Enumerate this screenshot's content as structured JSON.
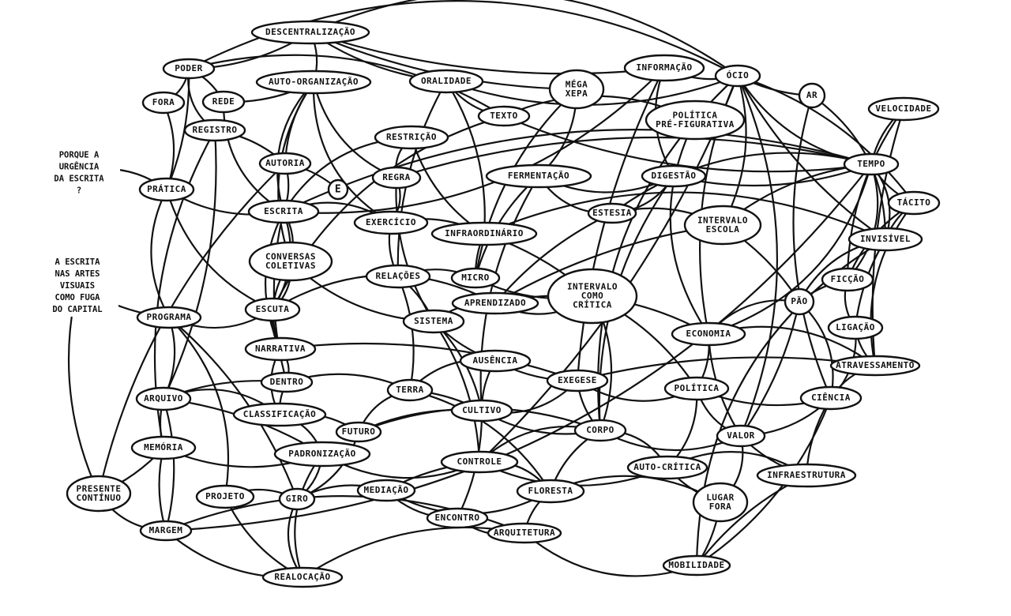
{
  "diagram": {
    "nodes": [
      {
        "id": "descentralizacao",
        "lines": [
          "DESCENTRALIZAÇÃO"
        ]
      },
      {
        "id": "poder",
        "lines": [
          "PODER"
        ]
      },
      {
        "id": "auto-organizacao",
        "lines": [
          "AUTO-ORGANIZAÇÃO"
        ]
      },
      {
        "id": "oralidade",
        "lines": [
          "ORALIDADE"
        ]
      },
      {
        "id": "mega-xepa",
        "lines": [
          "MÉGA",
          "XEPA"
        ]
      },
      {
        "id": "informacao",
        "lines": [
          "INFORMAÇÃO"
        ]
      },
      {
        "id": "ocio",
        "lines": [
          "ÓCIO"
        ]
      },
      {
        "id": "ar",
        "lines": [
          "AR"
        ]
      },
      {
        "id": "velocidade",
        "lines": [
          "VELOCIDADE"
        ]
      },
      {
        "id": "fora",
        "lines": [
          "FORA"
        ]
      },
      {
        "id": "rede",
        "lines": [
          "REDE"
        ]
      },
      {
        "id": "texto",
        "lines": [
          "TEXTO"
        ]
      },
      {
        "id": "politica-pre-figurativa",
        "lines": [
          "POLÍTICA",
          "PRÉ-FIGURATIVA"
        ]
      },
      {
        "id": "registro",
        "lines": [
          "REGISTRO"
        ]
      },
      {
        "id": "restricao",
        "lines": [
          "RESTRIÇÃO"
        ]
      },
      {
        "id": "autoria",
        "lines": [
          "AUTORIA"
        ]
      },
      {
        "id": "regra",
        "lines": [
          "REGRA"
        ]
      },
      {
        "id": "fermentacao",
        "lines": [
          "FERMENTAÇÃO"
        ]
      },
      {
        "id": "digestao",
        "lines": [
          "DIGESTÃO"
        ]
      },
      {
        "id": "tempo",
        "lines": [
          "TEMPO"
        ]
      },
      {
        "id": "pratica",
        "lines": [
          "PRÁTICA"
        ]
      },
      {
        "id": "e",
        "lines": [
          "E"
        ]
      },
      {
        "id": "tacito",
        "lines": [
          "TÁCITO"
        ]
      },
      {
        "id": "escrita",
        "lines": [
          "ESCRITA"
        ]
      },
      {
        "id": "exercicio",
        "lines": [
          "EXERCÍCIO"
        ]
      },
      {
        "id": "infraordinario",
        "lines": [
          "INFRAORDINÁRIO"
        ]
      },
      {
        "id": "estesia",
        "lines": [
          "ESTESIA"
        ]
      },
      {
        "id": "intervalo-escola",
        "lines": [
          "INTERVALO",
          "ESCOLA"
        ]
      },
      {
        "id": "invisivel",
        "lines": [
          "INVISÍVEL"
        ]
      },
      {
        "id": "conversas-coletivas",
        "lines": [
          "CONVERSAS",
          "COLETIVAS"
        ]
      },
      {
        "id": "relacoes",
        "lines": [
          "RELAÇÕES"
        ]
      },
      {
        "id": "micro",
        "lines": [
          "MICRO"
        ]
      },
      {
        "id": "intervalo-como-critica",
        "lines": [
          "INTERVALO",
          "COMO",
          "CRÍTICA"
        ]
      },
      {
        "id": "ficcao",
        "lines": [
          "FICÇÃO"
        ]
      },
      {
        "id": "escuta",
        "lines": [
          "ESCUTA"
        ]
      },
      {
        "id": "aprendizado",
        "lines": [
          "APRENDIZADO"
        ]
      },
      {
        "id": "pao",
        "lines": [
          "PÃO"
        ]
      },
      {
        "id": "programa",
        "lines": [
          "PROGRAMA"
        ]
      },
      {
        "id": "sistema",
        "lines": [
          "SISTEMA"
        ]
      },
      {
        "id": "economia",
        "lines": [
          "ECONOMIA"
        ]
      },
      {
        "id": "ligacao",
        "lines": [
          "LIGAÇÃO"
        ]
      },
      {
        "id": "narrativa",
        "lines": [
          "NARRATIVA"
        ]
      },
      {
        "id": "ausencia",
        "lines": [
          "AUSÊNCIA"
        ]
      },
      {
        "id": "atravessamento",
        "lines": [
          "ATRAVESSAMENTO"
        ]
      },
      {
        "id": "dentro",
        "lines": [
          "DENTRO"
        ]
      },
      {
        "id": "terra",
        "lines": [
          "TERRA"
        ]
      },
      {
        "id": "exegese",
        "lines": [
          "EXEGESE"
        ]
      },
      {
        "id": "politica",
        "lines": [
          "POLÍTICA"
        ]
      },
      {
        "id": "arquivo",
        "lines": [
          "ARQUIVO"
        ]
      },
      {
        "id": "ciencia",
        "lines": [
          "CIÊNCIA"
        ]
      },
      {
        "id": "classificacao",
        "lines": [
          "CLASSIFICAÇÃO"
        ]
      },
      {
        "id": "cultivo",
        "lines": [
          "CULTIVO"
        ]
      },
      {
        "id": "futuro",
        "lines": [
          "FUTURO"
        ]
      },
      {
        "id": "corpo",
        "lines": [
          "CORPO"
        ]
      },
      {
        "id": "valor",
        "lines": [
          "VALOR"
        ]
      },
      {
        "id": "memoria",
        "lines": [
          "MEMÓRIA"
        ]
      },
      {
        "id": "padronizacao",
        "lines": [
          "PADRONIZAÇÃO"
        ]
      },
      {
        "id": "controle",
        "lines": [
          "CONTROLE"
        ]
      },
      {
        "id": "auto-critica",
        "lines": [
          "AUTO-CRÍTICA"
        ]
      },
      {
        "id": "infraestrutura",
        "lines": [
          "INFRAESTRUTURA"
        ]
      },
      {
        "id": "presente-continuo",
        "lines": [
          "PRESENTE",
          "CONTÍNUO"
        ]
      },
      {
        "id": "projeto",
        "lines": [
          "PROJETO"
        ]
      },
      {
        "id": "giro",
        "lines": [
          "GIRO"
        ]
      },
      {
        "id": "mediacao",
        "lines": [
          "MEDIAÇÃO"
        ]
      },
      {
        "id": "floresta",
        "lines": [
          "FLORESTA"
        ]
      },
      {
        "id": "lugar-fora",
        "lines": [
          "LUGAR",
          "FORA"
        ]
      },
      {
        "id": "encontro",
        "lines": [
          "ENCONTRO"
        ]
      },
      {
        "id": "margem",
        "lines": [
          "MARGEM"
        ]
      },
      {
        "id": "arquitetura",
        "lines": [
          "ARQUITETURA"
        ]
      },
      {
        "id": "mobilidade",
        "lines": [
          "MOBILIDADE"
        ]
      },
      {
        "id": "realocacao",
        "lines": [
          "REALOCAÇÃO"
        ]
      }
    ],
    "free_texts": [
      {
        "id": "porque-a-urgencia",
        "lines": [
          "PORQUE A",
          "URGÊNCIA",
          "DA ESCRITA",
          "?"
        ]
      },
      {
        "id": "a-escrita-nas-artes",
        "lines": [
          "A ESCRITA",
          "NAS ARTES",
          "VISUAIS",
          "COMO FUGA",
          "DO CAPITAL"
        ]
      }
    ],
    "edges": [
      [
        "descentralizacao",
        "poder"
      ],
      [
        "descentralizacao",
        "auto-organizacao"
      ],
      [
        "descentralizacao",
        "oralidade"
      ],
      [
        "descentralizacao",
        "mega-xepa"
      ],
      [
        "descentralizacao",
        "informacao"
      ],
      [
        "descentralizacao",
        "ocio"
      ],
      [
        "poder",
        "fora"
      ],
      [
        "poder",
        "rede"
      ],
      [
        "poder",
        "registro"
      ],
      [
        "poder",
        "texto"
      ],
      [
        "poder",
        "pratica"
      ],
      [
        "poder",
        "ocio"
      ],
      [
        "auto-organizacao",
        "autoria"
      ],
      [
        "auto-organizacao",
        "escrita"
      ],
      [
        "auto-organizacao",
        "regra"
      ],
      [
        "auto-organizacao",
        "exercicio"
      ],
      [
        "auto-organizacao",
        "rede"
      ],
      [
        "auto-organizacao",
        "conversas-coletivas"
      ],
      [
        "oralidade",
        "texto"
      ],
      [
        "oralidade",
        "infraordinario"
      ],
      [
        "oralidade",
        "relacoes"
      ],
      [
        "oralidade",
        "ocio"
      ],
      [
        "mega-xepa",
        "fermentacao"
      ],
      [
        "mega-xepa",
        "micro"
      ],
      [
        "informacao",
        "ocio"
      ],
      [
        "informacao",
        "digestao"
      ],
      [
        "informacao",
        "exegese"
      ],
      [
        "informacao",
        "escrita"
      ],
      [
        "ocio",
        "tempo"
      ],
      [
        "ocio",
        "invisivel"
      ],
      [
        "ocio",
        "intervalo-escola"
      ],
      [
        "ocio",
        "valor"
      ],
      [
        "ocio",
        "corpo"
      ],
      [
        "ocio",
        "controle"
      ],
      [
        "ocio",
        "ar"
      ],
      [
        "ocio",
        "tacito"
      ],
      [
        "ocio",
        "economia"
      ],
      [
        "ar",
        "invisivel"
      ],
      [
        "ar",
        "ciencia"
      ],
      [
        "velocidade",
        "tempo"
      ],
      [
        "velocidade",
        "atravessamento"
      ],
      [
        "velocidade",
        "ficcao"
      ],
      [
        "fora",
        "pratica"
      ],
      [
        "rede",
        "escrita"
      ],
      [
        "texto",
        "tempo"
      ],
      [
        "texto",
        "politica-pre-figurativa"
      ],
      [
        "texto",
        "escuta"
      ],
      [
        "politica-pre-figurativa",
        "economia"
      ],
      [
        "registro",
        "arquivo"
      ],
      [
        "registro",
        "memoria"
      ],
      [
        "registro",
        "autoria"
      ],
      [
        "restricao",
        "regra"
      ],
      [
        "restricao",
        "escrita"
      ],
      [
        "restricao",
        "infraordinario"
      ],
      [
        "autoria",
        "e"
      ],
      [
        "autoria",
        "escrita"
      ],
      [
        "autoria",
        "presente-continuo"
      ],
      [
        "regra",
        "exercicio"
      ],
      [
        "regra",
        "tempo"
      ],
      [
        "regra",
        "sistema"
      ],
      [
        "fermentacao",
        "digestao"
      ],
      [
        "fermentacao",
        "estesia"
      ],
      [
        "fermentacao",
        "micro"
      ],
      [
        "fermentacao",
        "cultivo"
      ],
      [
        "digestao",
        "tempo"
      ],
      [
        "digestao",
        "estesia"
      ],
      [
        "digestao",
        "corpo"
      ],
      [
        "tempo",
        "tacito"
      ],
      [
        "tempo",
        "invisivel"
      ],
      [
        "tempo",
        "intervalo-escola"
      ],
      [
        "tempo",
        "estesia"
      ],
      [
        "tempo",
        "ficcao"
      ],
      [
        "tempo",
        "margem"
      ],
      [
        "tempo",
        "economia"
      ],
      [
        "pratica",
        "escrita"
      ],
      [
        "pratica",
        "programa"
      ],
      [
        "pratica",
        "porque-a-urgencia"
      ],
      [
        "pratica",
        "escuta"
      ],
      [
        "tacito",
        "invisivel"
      ],
      [
        "tacito",
        "ficcao"
      ],
      [
        "tacito",
        "atravessamento"
      ],
      [
        "escrita",
        "conversas-coletivas"
      ],
      [
        "escrita",
        "escuta"
      ],
      [
        "escrita",
        "narrativa"
      ],
      [
        "escrita",
        "exercicio"
      ],
      [
        "escrita",
        "tempo"
      ],
      [
        "escrita",
        "dentro"
      ],
      [
        "exercicio",
        "infraordinario"
      ],
      [
        "exercicio",
        "relacoes"
      ],
      [
        "infraordinario",
        "micro"
      ],
      [
        "infraordinario",
        "intervalo-como-critica"
      ],
      [
        "infraordinario",
        "invisivel"
      ],
      [
        "estesia",
        "intervalo-escola"
      ],
      [
        "estesia",
        "aprendizado"
      ],
      [
        "intervalo-escola",
        "pao"
      ],
      [
        "intervalo-escola",
        "aprendizado"
      ],
      [
        "invisivel",
        "pao"
      ],
      [
        "invisivel",
        "ligacao"
      ],
      [
        "invisivel",
        "mobilidade"
      ],
      [
        "conversas-coletivas",
        "escuta"
      ],
      [
        "conversas-coletivas",
        "narrativa"
      ],
      [
        "conversas-coletivas",
        "sistema"
      ],
      [
        "relacoes",
        "micro"
      ],
      [
        "relacoes",
        "sistema"
      ],
      [
        "relacoes",
        "terra"
      ],
      [
        "micro",
        "intervalo-como-critica"
      ],
      [
        "intervalo-como-critica",
        "aprendizado"
      ],
      [
        "intervalo-como-critica",
        "politica"
      ],
      [
        "intervalo-como-critica",
        "corpo"
      ],
      [
        "ficcao",
        "pao"
      ],
      [
        "ficcao",
        "ligacao"
      ],
      [
        "escuta",
        "aprendizado"
      ],
      [
        "escuta",
        "programa"
      ],
      [
        "escuta",
        "narrativa"
      ],
      [
        "aprendizado",
        "sistema"
      ],
      [
        "aprendizado",
        "economia"
      ],
      [
        "pao",
        "economia"
      ],
      [
        "pao",
        "valor"
      ],
      [
        "pao",
        "ciencia"
      ],
      [
        "programa",
        "arquivo"
      ],
      [
        "programa",
        "projeto"
      ],
      [
        "programa",
        "giro"
      ],
      [
        "sistema",
        "ausencia"
      ],
      [
        "sistema",
        "cultivo"
      ],
      [
        "sistema",
        "controle"
      ],
      [
        "economia",
        "politica"
      ],
      [
        "economia",
        "atravessamento"
      ],
      [
        "economia",
        "valor"
      ],
      [
        "ligacao",
        "ciencia"
      ],
      [
        "ligacao",
        "atravessamento"
      ],
      [
        "narrativa",
        "dentro"
      ],
      [
        "narrativa",
        "exegese"
      ],
      [
        "narrativa",
        "classificacao"
      ],
      [
        "ausencia",
        "exegese"
      ],
      [
        "ausencia",
        "terra"
      ],
      [
        "ausencia",
        "cultivo"
      ],
      [
        "atravessamento",
        "ciencia"
      ],
      [
        "atravessamento",
        "exegese"
      ],
      [
        "dentro",
        "arquivo"
      ],
      [
        "dentro",
        "terra"
      ],
      [
        "dentro",
        "classificacao"
      ],
      [
        "terra",
        "cultivo"
      ],
      [
        "terra",
        "futuro"
      ],
      [
        "terra",
        "floresta"
      ],
      [
        "exegese",
        "politica"
      ],
      [
        "exegese",
        "corpo"
      ],
      [
        "exegese",
        "cultivo"
      ],
      [
        "politica",
        "valor"
      ],
      [
        "politica",
        "auto-critica"
      ],
      [
        "politica",
        "ciencia"
      ],
      [
        "arquivo",
        "memoria"
      ],
      [
        "arquivo",
        "classificacao"
      ],
      [
        "arquivo",
        "margem"
      ],
      [
        "arquivo",
        "padronizacao"
      ],
      [
        "ciencia",
        "valor"
      ],
      [
        "ciencia",
        "infraestrutura"
      ],
      [
        "ciencia",
        "mobilidade"
      ],
      [
        "classificacao",
        "padronizacao"
      ],
      [
        "classificacao",
        "futuro"
      ],
      [
        "cultivo",
        "corpo"
      ],
      [
        "cultivo",
        "futuro"
      ],
      [
        "cultivo",
        "encontro"
      ],
      [
        "futuro",
        "corpo"
      ],
      [
        "futuro",
        "giro"
      ],
      [
        "corpo",
        "valor"
      ],
      [
        "corpo",
        "controle"
      ],
      [
        "corpo",
        "floresta"
      ],
      [
        "corpo",
        "auto-critica"
      ],
      [
        "valor",
        "infraestrutura"
      ],
      [
        "valor",
        "lugar-fora"
      ],
      [
        "memoria",
        "presente-continuo"
      ],
      [
        "memoria",
        "margem"
      ],
      [
        "memoria",
        "padronizacao"
      ],
      [
        "padronizacao",
        "controle"
      ],
      [
        "padronizacao",
        "giro"
      ],
      [
        "padronizacao",
        "realocacao"
      ],
      [
        "controle",
        "floresta"
      ],
      [
        "controle",
        "mediacao"
      ],
      [
        "controle",
        "auto-critica"
      ],
      [
        "auto-critica",
        "infraestrutura"
      ],
      [
        "auto-critica",
        "lugar-fora"
      ],
      [
        "infraestrutura",
        "mobilidade"
      ],
      [
        "presente-continuo",
        "margem"
      ],
      [
        "presente-continuo",
        "a-escrita-nas-artes"
      ],
      [
        "projeto",
        "giro"
      ],
      [
        "projeto",
        "realocacao"
      ],
      [
        "giro",
        "mediacao"
      ],
      [
        "giro",
        "realocacao"
      ],
      [
        "mediacao",
        "encontro"
      ],
      [
        "mediacao",
        "floresta"
      ],
      [
        "floresta",
        "lugar-fora"
      ],
      [
        "floresta",
        "arquitetura"
      ],
      [
        "lugar-fora",
        "mobilidade"
      ],
      [
        "encontro",
        "arquitetura"
      ],
      [
        "margem",
        "realocacao"
      ],
      [
        "margem",
        "arquitetura"
      ],
      [
        "arquitetura",
        "mobilidade"
      ],
      [
        "arquitetura",
        "realocacao"
      ],
      [
        "a-escrita-nas-artes",
        "programa"
      ]
    ]
  }
}
